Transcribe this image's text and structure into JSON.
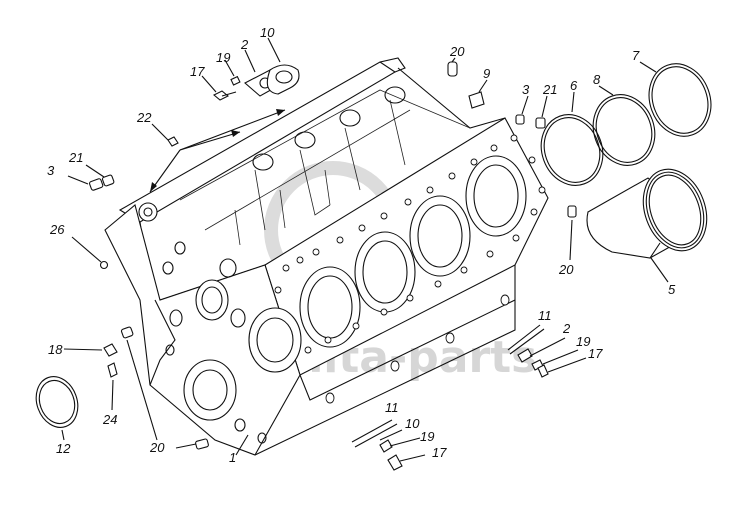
{
  "watermark": {
    "text": "dalta-parts"
  },
  "callouts": [
    {
      "id": "c-2-top",
      "text": "2"
    },
    {
      "id": "c-10-top",
      "text": "10"
    },
    {
      "id": "c-19-top",
      "text": "19"
    },
    {
      "id": "c-17-top",
      "text": "17"
    },
    {
      "id": "c-22",
      "text": "22"
    },
    {
      "id": "c-21-left",
      "text": "21"
    },
    {
      "id": "c-3-left",
      "text": "3"
    },
    {
      "id": "c-26",
      "text": "26"
    },
    {
      "id": "c-20-top",
      "text": "20"
    },
    {
      "id": "c-9",
      "text": "9"
    },
    {
      "id": "c-3-right",
      "text": "3"
    },
    {
      "id": "c-21-right",
      "text": "21"
    },
    {
      "id": "c-6",
      "text": "6"
    },
    {
      "id": "c-8",
      "text": "8"
    },
    {
      "id": "c-7",
      "text": "7"
    },
    {
      "id": "c-20-right",
      "text": "20"
    },
    {
      "id": "c-5",
      "text": "5"
    },
    {
      "id": "c-11-mid",
      "text": "11"
    },
    {
      "id": "c-2-mid",
      "text": "2"
    },
    {
      "id": "c-19-mid",
      "text": "19"
    },
    {
      "id": "c-17-mid",
      "text": "17"
    },
    {
      "id": "c-18",
      "text": "18"
    },
    {
      "id": "c-24",
      "text": "24"
    },
    {
      "id": "c-12",
      "text": "12"
    },
    {
      "id": "c-20-bottom",
      "text": "20"
    },
    {
      "id": "c-1",
      "text": "1"
    },
    {
      "id": "c-11-bottom",
      "text": "11"
    },
    {
      "id": "c-10-bottom",
      "text": "10"
    },
    {
      "id": "c-19-bottom",
      "text": "19"
    },
    {
      "id": "c-17-bottom",
      "text": "17"
    }
  ]
}
